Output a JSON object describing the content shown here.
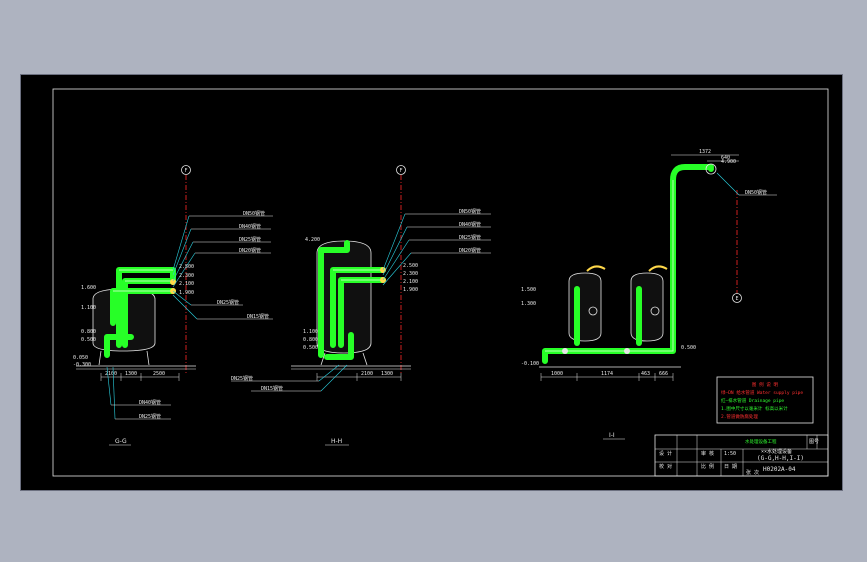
{
  "axis_markers": {
    "g_section": "F",
    "h_section": "F",
    "i_section": "E"
  },
  "section_labels": {
    "g": "G-G",
    "h": "H-H",
    "i": "I-I"
  },
  "g_section": {
    "callouts": [
      "DN50钢管",
      "DN40钢管",
      "DN25钢管",
      "DN20钢管",
      "DN25钢管",
      "DN15钢管"
    ],
    "elevations": [
      "2.500",
      "2.300",
      "2.100",
      "1.900",
      "1.600",
      "1.100",
      "0.800",
      "0.500",
      "0.050",
      "-0.300"
    ],
    "dims": [
      "2100",
      "1300",
      "2500"
    ],
    "bottom_callouts": [
      "DN40钢管",
      "DN25钢管"
    ]
  },
  "h_section": {
    "elevations_left": [
      "4.200",
      "1.100",
      "0.800",
      "0.500"
    ],
    "elevations_right": [
      "2.500",
      "2.300",
      "2.100",
      "1.900"
    ],
    "callouts": [
      "DN50钢管",
      "DN40钢管",
      "DN25钢管",
      "DN20钢管"
    ],
    "bottom_callouts": [
      "DN25钢管",
      "DN15钢管"
    ],
    "dims": [
      "2100",
      "1300"
    ]
  },
  "i_section": {
    "top_dims": [
      "1372",
      "640"
    ],
    "elevations": [
      "4.900",
      "1.500",
      "1.300",
      "0.500",
      "-0.100"
    ],
    "callout": "DN50钢管",
    "dims": [
      "1000",
      "1174",
      "463",
      "666"
    ]
  },
  "legend": {
    "title": "图 例 说 明",
    "line1": "绿—DN  给水管道 Water supply pipe",
    "line2": "红—排水管道 Drainage pipe",
    "line3": "1.图中尺寸以毫米计 标高以米计",
    "line4": "2.管道做防腐处理"
  },
  "title_block": {
    "project": "水处理设备工程",
    "sheet_no": "图号",
    "drawing_name": "××水处理设备",
    "section_title": "(G-G,H-H,I-I)",
    "drawing_code": "H0202A-04",
    "scale": "1:50",
    "labels": [
      "设 计",
      "校 对",
      "审 核",
      "比 例",
      "日 期",
      "张 次"
    ]
  }
}
